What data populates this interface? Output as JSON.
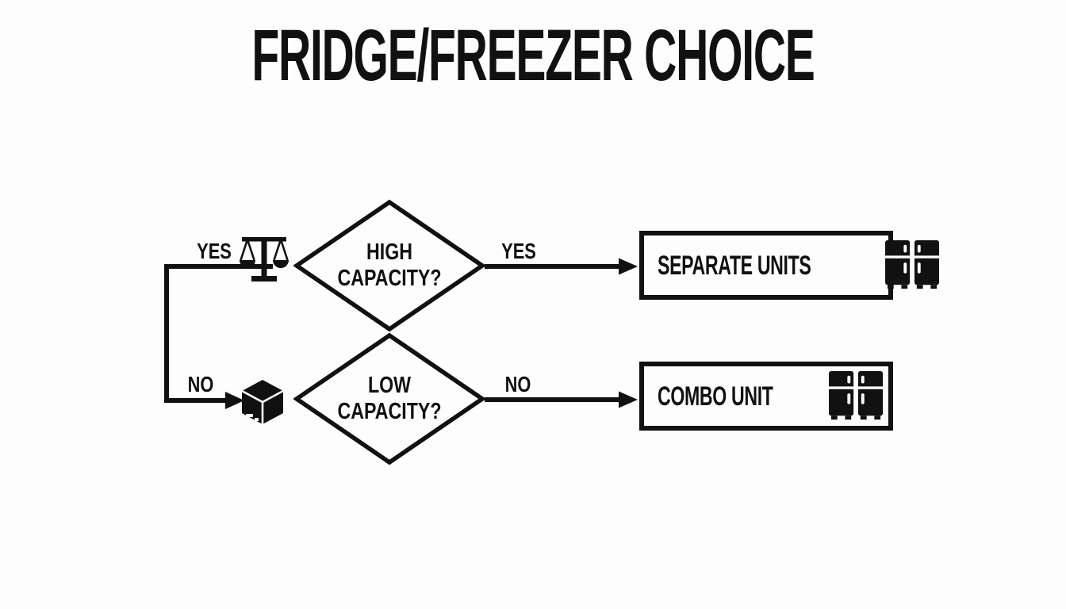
{
  "title": "FRIDGE/FREEZER CHOICE",
  "colors": {
    "ink": "#111111",
    "background": "#fdfdfd"
  },
  "diagram": {
    "type": "flowchart",
    "decisions": [
      {
        "id": "high-capacity",
        "line1": "HIGH",
        "line2": "CAPACITY?",
        "icon": "balance-scale-icon"
      },
      {
        "id": "low-capacity",
        "line1": "LOW",
        "line2": "CAPACITY?",
        "icon": "box-icon"
      }
    ],
    "edge_labels": {
      "left_top": "YES",
      "left_bottom": "NO",
      "right_top": "YES",
      "right_bottom": "NO"
    },
    "outcomes": [
      {
        "id": "separate-units",
        "label": "SEPARATE UNITS",
        "icon": "two-fridges-icon"
      },
      {
        "id": "combo-unit",
        "label": "COMBO UNIT",
        "icon": "two-fridges-icon"
      }
    ]
  }
}
